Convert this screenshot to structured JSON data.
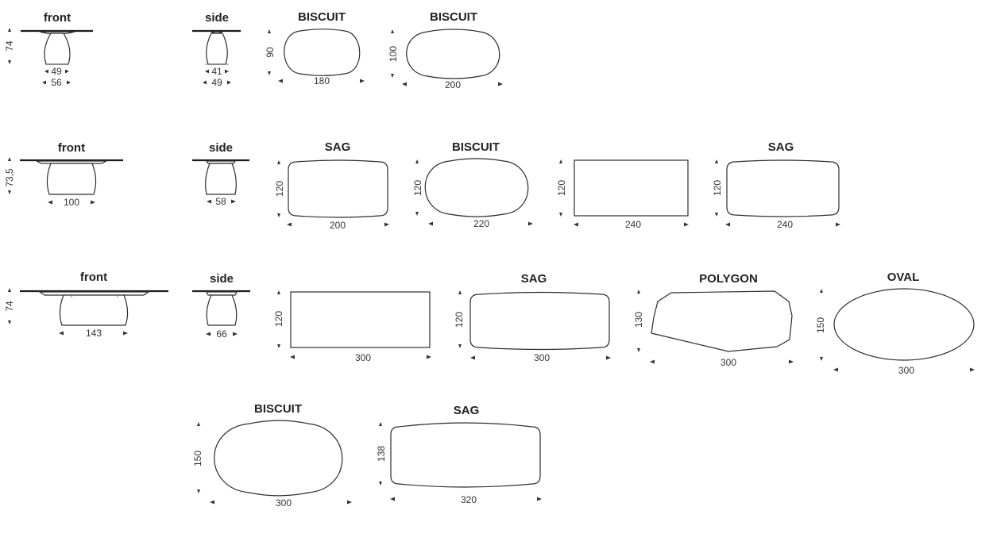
{
  "labels": {
    "front": "front",
    "side": "side",
    "biscuit": "BISCUIT",
    "sag": "SAG",
    "polygon": "POLYGON",
    "oval": "OVAL"
  },
  "row1": {
    "front": {
      "height": "74",
      "base": "49",
      "foot": "56"
    },
    "side": {
      "base": "41",
      "foot": "49"
    },
    "tops": [
      {
        "shape": "BISCUIT",
        "width": "180",
        "depth": "90"
      },
      {
        "shape": "BISCUIT",
        "width": "200",
        "depth": "100"
      }
    ]
  },
  "row2": {
    "front": {
      "height": "73,5",
      "base": "100"
    },
    "side": {
      "base": "58"
    },
    "tops": [
      {
        "shape": "SAG",
        "width": "200",
        "depth": "120"
      },
      {
        "shape": "BISCUIT",
        "width": "220",
        "depth": "120"
      },
      {
        "shape": "",
        "width": "240",
        "depth": "120"
      },
      {
        "shape": "SAG",
        "width": "240",
        "depth": "120"
      }
    ]
  },
  "row3": {
    "front": {
      "height": "74",
      "base": "143"
    },
    "side": {
      "base": "66"
    },
    "tops": [
      {
        "shape": "",
        "width": "300",
        "depth": "120"
      },
      {
        "shape": "SAG",
        "width": "300",
        "depth": "120"
      },
      {
        "shape": "POLYGON",
        "width": "300",
        "depth": "130"
      },
      {
        "shape": "OVAL",
        "width": "300",
        "depth": "150"
      }
    ]
  },
  "row4": {
    "tops": [
      {
        "shape": "BISCUIT",
        "width": "300",
        "depth": "150"
      },
      {
        "shape": "SAG",
        "width": "320",
        "depth": "138"
      }
    ]
  }
}
